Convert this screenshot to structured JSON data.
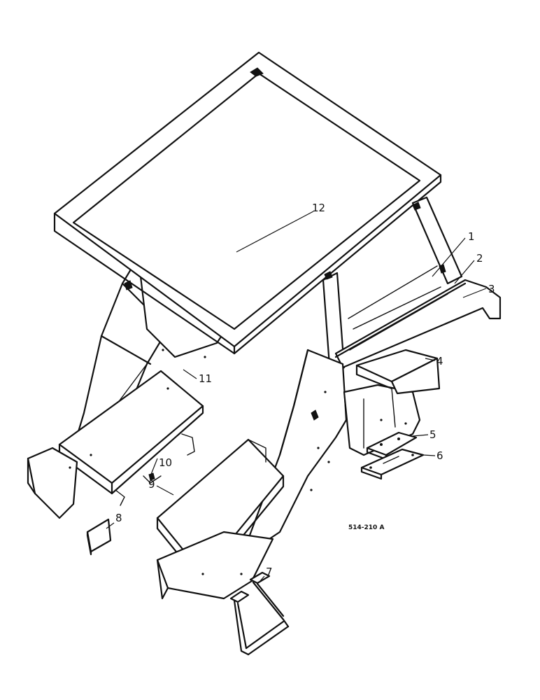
{
  "diagram": {
    "reference_code": "514-210 A",
    "callouts": [
      {
        "id": "c1",
        "label": "1"
      },
      {
        "id": "c2",
        "label": "2"
      },
      {
        "id": "c3",
        "label": "3"
      },
      {
        "id": "c4",
        "label": "4"
      },
      {
        "id": "c5",
        "label": "5"
      },
      {
        "id": "c6",
        "label": "6"
      },
      {
        "id": "c7",
        "label": "7"
      },
      {
        "id": "c8",
        "label": "8"
      },
      {
        "id": "c9",
        "label": "9"
      },
      {
        "id": "c10",
        "label": "10"
      },
      {
        "id": "c11",
        "label": "11"
      },
      {
        "id": "c12",
        "label": "12"
      }
    ]
  }
}
